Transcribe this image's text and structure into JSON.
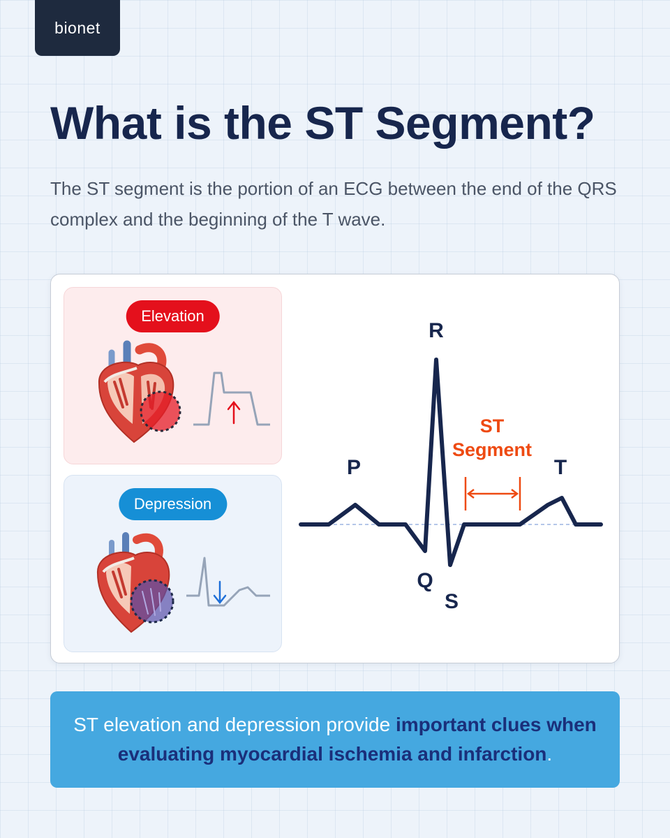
{
  "brand": {
    "logo_text": "bionet"
  },
  "title": "What is the ST Segment?",
  "subtitle": "The ST segment is the portion of an ECG between the end of the QRS complex and the beginning of the T wave.",
  "panels": {
    "elevation": {
      "label": "Elevation",
      "color": "#e4101c",
      "arrow": "up"
    },
    "depression": {
      "label": "Depression",
      "color": "#168fd6",
      "arrow": "down"
    }
  },
  "ecg": {
    "labels": {
      "p": "P",
      "q": "Q",
      "r": "R",
      "s": "S",
      "t": "T"
    },
    "segment_label_line1": "ST",
    "segment_label_line2": "Segment",
    "line_color": "#17264d",
    "segment_color": "#ee4a12"
  },
  "footer": {
    "text_plain": "ST elevation and depression provide ",
    "text_emphasis": "important clues when evaluating myocardial ischemia and infarction",
    "text_end": "."
  }
}
